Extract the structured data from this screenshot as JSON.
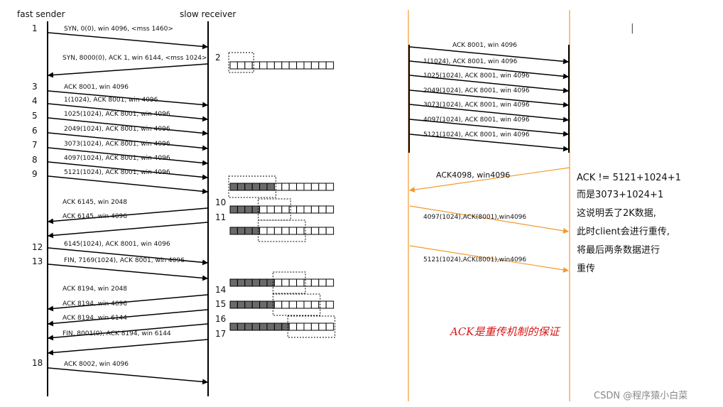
{
  "left": {
    "sender_title": "fast sender",
    "receiver_title": "slow receiver",
    "segments": [
      {
        "step": "1",
        "label": "SYN, 0(0), win 4096, <mss 1460>",
        "dir": "right",
        "text_side": "left"
      },
      {
        "step": "2",
        "label": "SYN, 8000(0), ACK 1, win 6144, <mss 1024>",
        "dir": "left",
        "text_side": "right"
      },
      {
        "step": "3",
        "label": "ACK 8001, win 4096",
        "dir": "right",
        "text_side": "left"
      },
      {
        "step": "4",
        "label": "1(1024), ACK 8001, win 4096",
        "dir": "right",
        "text_side": "left"
      },
      {
        "step": "5",
        "label": "1025(1024), ACK 8001, win 4096",
        "dir": "right",
        "text_side": "left"
      },
      {
        "step": "6",
        "label": "2049(1024), ACK 8001, win 4096",
        "dir": "right",
        "text_side": "left"
      },
      {
        "step": "7",
        "label": "3073(1024), ACK 8001, win 4096",
        "dir": "right",
        "text_side": "left"
      },
      {
        "step": "8",
        "label": "4097(1024), ACK 8001, win 4096",
        "dir": "right",
        "text_side": "left"
      },
      {
        "step": "9",
        "label": "5121(1024), ACK 8001, win 4096",
        "dir": "right",
        "text_side": "left"
      },
      {
        "step": "10",
        "label": "ACK 6145, win 2048",
        "dir": "left",
        "text_side": "right"
      },
      {
        "step": "11",
        "label": "ACK 6145, win 4096",
        "dir": "left",
        "text_side": "right"
      },
      {
        "step": "12",
        "label": "6145(1024), ACK 8001, win 4096",
        "dir": "right",
        "text_side": "left"
      },
      {
        "step": "13",
        "label": "FIN, 7169(1024), ACK 8001, win 4096",
        "dir": "right",
        "text_side": "left"
      },
      {
        "step": "14",
        "label": "ACK 8194, win 2048",
        "dir": "left",
        "text_side": "right"
      },
      {
        "step": "15",
        "label": "ACK 8194, win 4096",
        "dir": "left",
        "text_side": "right"
      },
      {
        "step": "16",
        "label": "ACK 8194, win 6144",
        "dir": "left",
        "text_side": "right"
      },
      {
        "step": "17",
        "label": "FIN, 8001(0), ACK 8194, win 6144",
        "dir": "left",
        "text_side": "right"
      },
      {
        "step": "18",
        "label": "ACK 8002, win 4096",
        "dir": "right",
        "text_side": "left"
      }
    ],
    "buffers": [
      {
        "step": "2",
        "filled": 0
      },
      {
        "step": "9",
        "filled": 6
      },
      {
        "step": "10",
        "filled": 4
      },
      {
        "step": "11",
        "filled": 4
      },
      {
        "step": "14",
        "filled": 6
      },
      {
        "step": "15",
        "filled": 6
      },
      {
        "step": "16",
        "filled": 8
      }
    ]
  },
  "right": {
    "sender_arrows": [
      "ACK 8001, win 4096",
      "1(1024), ACK 8001, win 4096",
      "1025(1024), ACK 8001, win 4096",
      "2049(1024), ACK 8001, win 4096",
      "3073(1024), ACK 8001, win 4096",
      "4097(1024), ACK 8001, win 4096",
      "5121(1024), ACK 8001, win 4096"
    ],
    "ack_back": "ACK4098, win4096",
    "retransmits": [
      "4097(1024),ACK(8001),win4096",
      "5121(1024),ACK(8001),win4096"
    ],
    "note_lines": [
      "ACK != 5121+1024+1",
      "而是3073+1024+1",
      "这说明丢了2K数据,",
      "此时client会进行重传,",
      "将最后两条数据进行",
      "重传"
    ],
    "red_caption": "ACK是重传机制的保证",
    "cursor_mark": "|",
    "orange": "#f39a2e"
  },
  "watermark": "CSDN @程序猿小白菜"
}
